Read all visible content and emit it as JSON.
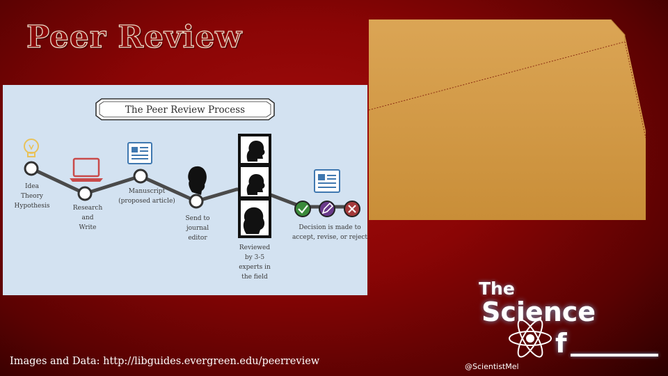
{
  "slide": {
    "title": "Peer Review",
    "citation": "Images and Data: http://libguides.evergreen.edu/peerreview"
  },
  "diagram": {
    "banner_title": "The Peer Review Process",
    "steps": [
      {
        "id": "idea",
        "icon": "lightbulb-icon",
        "lines": [
          "Idea",
          "Theory",
          "Hypothesis"
        ]
      },
      {
        "id": "research",
        "icon": "laptop-icon",
        "lines": [
          "Research",
          "and",
          "Write"
        ]
      },
      {
        "id": "manuscript",
        "icon": "document-icon",
        "lines": [
          "Manuscript",
          "(proposed article)"
        ]
      },
      {
        "id": "journal",
        "icon": "person-silhouette-icon",
        "lines": [
          "Send to",
          "journal",
          "editor"
        ]
      },
      {
        "id": "reviewed",
        "icon": "reviewers-silhouettes-icon",
        "lines": [
          "Reviewed",
          "by 3-5",
          "experts in",
          "the field"
        ]
      },
      {
        "id": "decision",
        "icon": "document-icon",
        "lines": [
          "Decision is made to",
          "accept, revise, or reject"
        ]
      }
    ],
    "decision_icons": [
      "check-icon",
      "edit-icon",
      "reject-icon"
    ],
    "colors": {
      "background": "#d3e2f1",
      "line": "#4a4a4a",
      "lightbulb": "#e8c25a",
      "laptop": "#c94a4a",
      "document": "#3f78b0",
      "accept": "#3a8a3a",
      "revise": "#6a3a8a",
      "reject": "#a33a3a"
    }
  },
  "logo": {
    "the": "The",
    "science": "Science",
    "of": "f",
    "handle": "@ScientistMel"
  },
  "theme": {
    "background": "#8a0505",
    "folder": "#d49a45"
  }
}
